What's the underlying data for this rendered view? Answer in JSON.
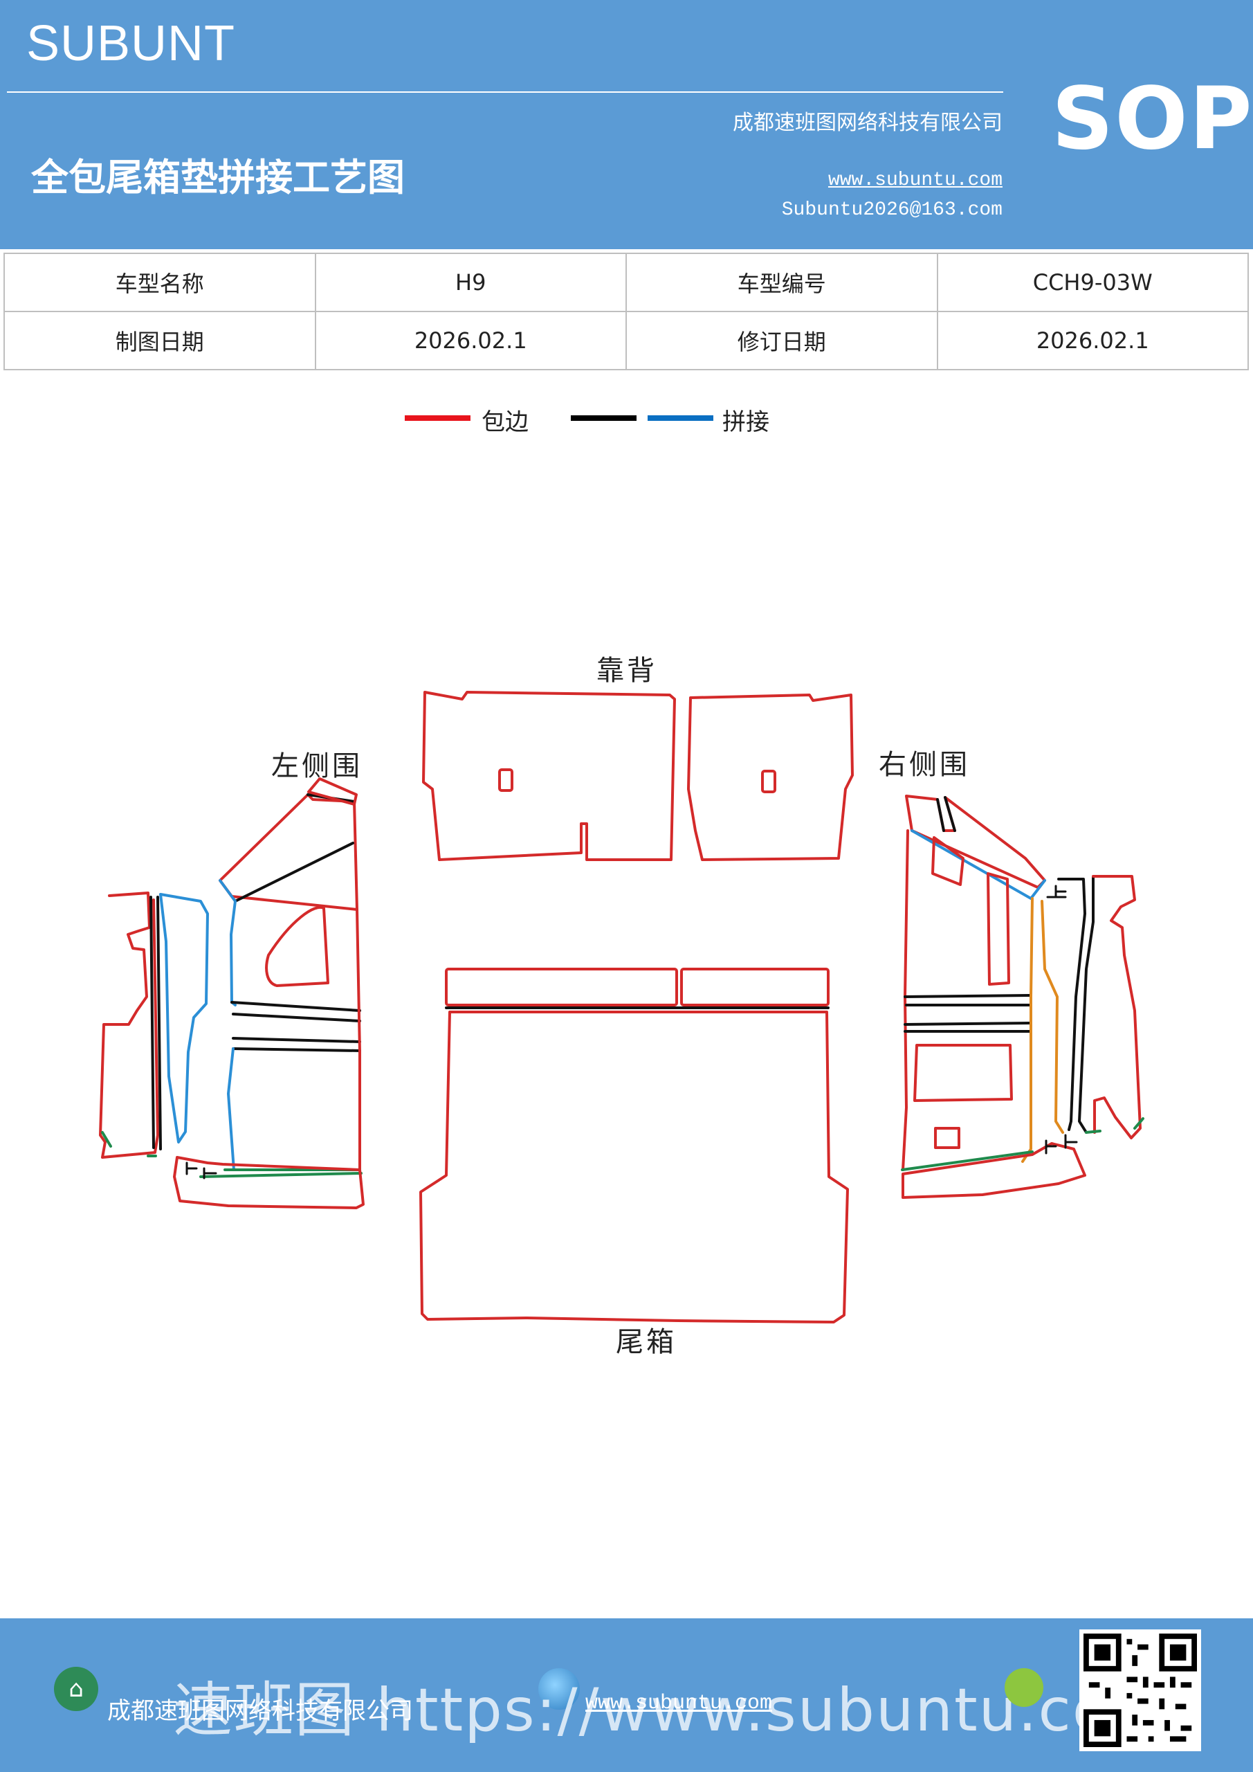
{
  "header": {
    "brand": "SUBUNT",
    "title": "全包尾箱垫拼接工艺图",
    "company": "成都速班图网络科技有限公司",
    "url": "www.subuntu.com",
    "email": "Subuntu2026@163.com",
    "badge": "SOP"
  },
  "info_table": {
    "rows": [
      [
        "车型名称",
        "H9",
        "车型编号",
        "CCH9-03W"
      ],
      [
        "制图日期",
        "2026.02.1",
        "修订日期",
        "2026.02.1"
      ]
    ]
  },
  "legend": {
    "items": [
      {
        "label": "包边",
        "colors": [
          "#e8141c"
        ]
      },
      {
        "label": "拼接",
        "colors": [
          "#000000",
          "#0a6fc2"
        ]
      }
    ]
  },
  "diagram": {
    "labels": {
      "backrest": "靠背",
      "left_side": "左侧围",
      "right_side": "右侧围",
      "trunk": "尾箱"
    },
    "colors": {
      "edge": "#d42a2a",
      "join_black": "#111111",
      "join_blue": "#2b8fd6",
      "join_green": "#1f8a4c",
      "join_orange": "#e08a1e"
    }
  },
  "footer": {
    "company": "成都速班图网络科技有限公司",
    "url": "www.subuntu.com",
    "watermark": "速班图 https://www.subuntu.com"
  }
}
